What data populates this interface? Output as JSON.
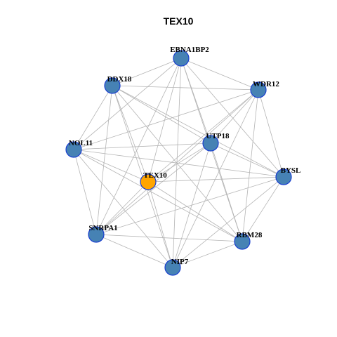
{
  "title": "TEX10",
  "colors": {
    "hub": "#FFA500",
    "node": "#4682B4",
    "node_border": "#1A3FD0",
    "edge": "#B4B4B4"
  },
  "nodes": [
    {
      "id": "EBNA1BP2",
      "hub": false
    },
    {
      "id": "DDX18",
      "hub": false
    },
    {
      "id": "WDR12",
      "hub": false
    },
    {
      "id": "UTP18",
      "hub": false
    },
    {
      "id": "NOL11",
      "hub": false
    },
    {
      "id": "BYSL",
      "hub": false
    },
    {
      "id": "TEX10",
      "hub": true
    },
    {
      "id": "SNRPA1",
      "hub": false
    },
    {
      "id": "RBM28",
      "hub": false
    },
    {
      "id": "NIP7",
      "hub": false
    }
  ],
  "edges": [
    [
      "EBNA1BP2",
      "DDX18"
    ],
    [
      "EBNA1BP2",
      "WDR12"
    ],
    [
      "EBNA1BP2",
      "UTP18"
    ],
    [
      "EBNA1BP2",
      "NOL11"
    ],
    [
      "EBNA1BP2",
      "BYSL"
    ],
    [
      "EBNA1BP2",
      "TEX10"
    ],
    [
      "EBNA1BP2",
      "SNRPA1"
    ],
    [
      "EBNA1BP2",
      "RBM28"
    ],
    [
      "EBNA1BP2",
      "NIP7"
    ],
    [
      "DDX18",
      "WDR12"
    ],
    [
      "DDX18",
      "UTP18"
    ],
    [
      "DDX18",
      "NOL11"
    ],
    [
      "DDX18",
      "BYSL"
    ],
    [
      "DDX18",
      "TEX10"
    ],
    [
      "DDX18",
      "SNRPA1"
    ],
    [
      "DDX18",
      "RBM28"
    ],
    [
      "DDX18",
      "NIP7"
    ],
    [
      "WDR12",
      "UTP18"
    ],
    [
      "WDR12",
      "NOL11"
    ],
    [
      "WDR12",
      "BYSL"
    ],
    [
      "WDR12",
      "TEX10"
    ],
    [
      "WDR12",
      "SNRPA1"
    ],
    [
      "WDR12",
      "RBM28"
    ],
    [
      "WDR12",
      "NIP7"
    ],
    [
      "UTP18",
      "NOL11"
    ],
    [
      "UTP18",
      "BYSL"
    ],
    [
      "UTP18",
      "TEX10"
    ],
    [
      "UTP18",
      "SNRPA1"
    ],
    [
      "UTP18",
      "RBM28"
    ],
    [
      "UTP18",
      "NIP7"
    ],
    [
      "NOL11",
      "BYSL"
    ],
    [
      "NOL11",
      "TEX10"
    ],
    [
      "NOL11",
      "SNRPA1"
    ],
    [
      "NOL11",
      "RBM28"
    ],
    [
      "NOL11",
      "NIP7"
    ],
    [
      "BYSL",
      "TEX10"
    ],
    [
      "BYSL",
      "SNRPA1"
    ],
    [
      "BYSL",
      "RBM28"
    ],
    [
      "BYSL",
      "NIP7"
    ],
    [
      "TEX10",
      "SNRPA1"
    ],
    [
      "TEX10",
      "RBM28"
    ],
    [
      "TEX10",
      "NIP7"
    ],
    [
      "SNRPA1",
      "RBM28"
    ],
    [
      "SNRPA1",
      "NIP7"
    ],
    [
      "RBM28",
      "NIP7"
    ]
  ]
}
